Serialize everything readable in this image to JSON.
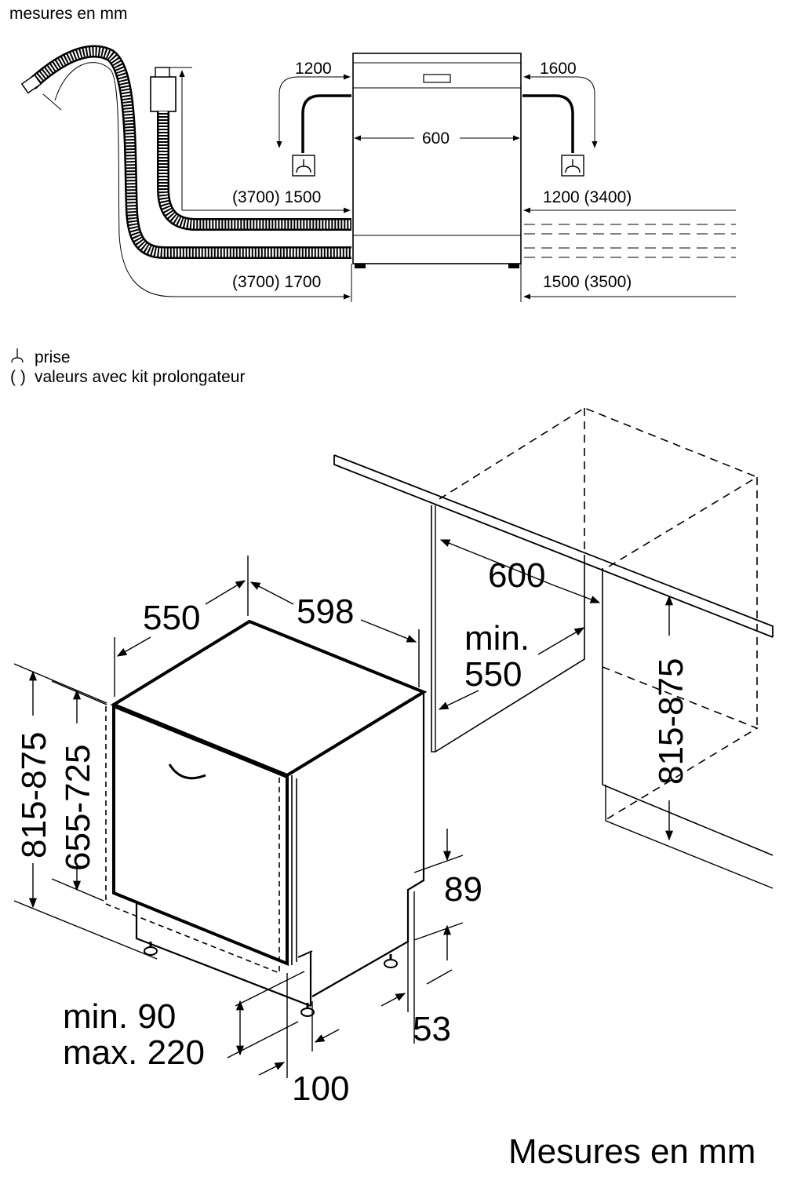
{
  "top_diagram": {
    "header": "mesures en mm",
    "dims": {
      "left_socket": "1200",
      "right_socket": "1600",
      "width": "600",
      "left_upper": "(3700) 1500",
      "left_lower": "(3700) 1700",
      "right_upper": "1200 (3400)",
      "right_lower": "1500 (3500)"
    },
    "legend": {
      "socket_symbol": "⏊",
      "socket_label": "prise",
      "paren_symbol": "( )",
      "paren_label": "valeurs avec kit prolongateur"
    }
  },
  "bottom_diagram": {
    "dims": {
      "depth": "550",
      "width": "598",
      "niche_depth": "600",
      "niche_min_label": "min.",
      "niche_min_value": "550",
      "niche_height": "815-875",
      "height_total": "815-875",
      "height_door": "655-725",
      "base_gap": "89",
      "base_bottom": "53",
      "plinth_min": "min. 90",
      "plinth_max": "max. 220",
      "plinth_depth": "100"
    },
    "footer": "Mesures en mm"
  }
}
